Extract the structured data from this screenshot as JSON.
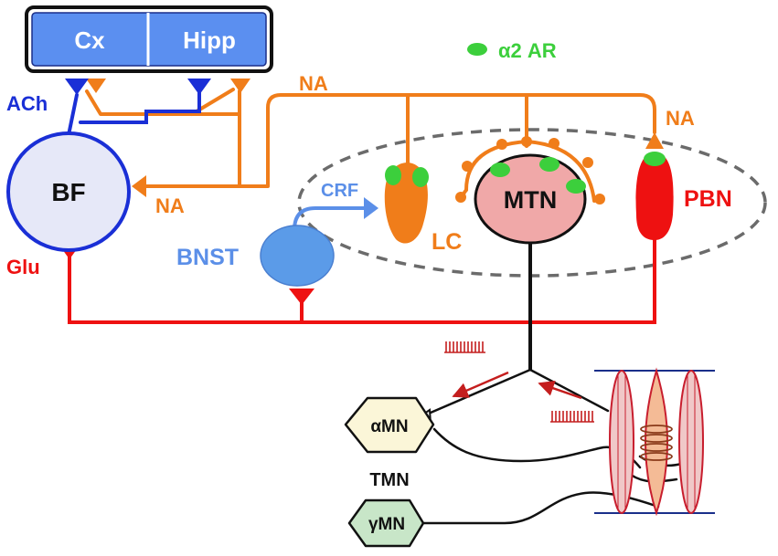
{
  "cortex": {
    "left": "Cx",
    "right": "Hipp"
  },
  "legend": {
    "label": "α2 AR"
  },
  "nuclei": {
    "bf": "BF",
    "bnst": "BNST",
    "lc": "LC",
    "mtn": "MTN",
    "pbn": "PBN",
    "tmn": "TMN",
    "alpha_mn": "αMN",
    "gamma_mn": "γMN"
  },
  "transmitters": {
    "ach": "ACh",
    "na_top": "NA",
    "na_pbn": "NA",
    "na_bf": "NA",
    "crf": "CRF",
    "glu": "Glu"
  },
  "colors": {
    "ach": "#1a2fd6",
    "na": "#f07d1a",
    "glu": "#ee1111",
    "crf": "#5b8fe8",
    "bnst_fill": "#5b9be8",
    "cortex_fill": "#5b8ff0",
    "bf_fill": "#e6e8f8",
    "mtn_fill": "#f0a8a8",
    "alpha2": "#3ccf3c",
    "alpha_mn_fill": "#fbf6d8",
    "gamma_mn_fill": "#c8e6c8",
    "muscle": "#c81e2e",
    "spindle": "#f4bb96",
    "motor_line": "#111111"
  }
}
